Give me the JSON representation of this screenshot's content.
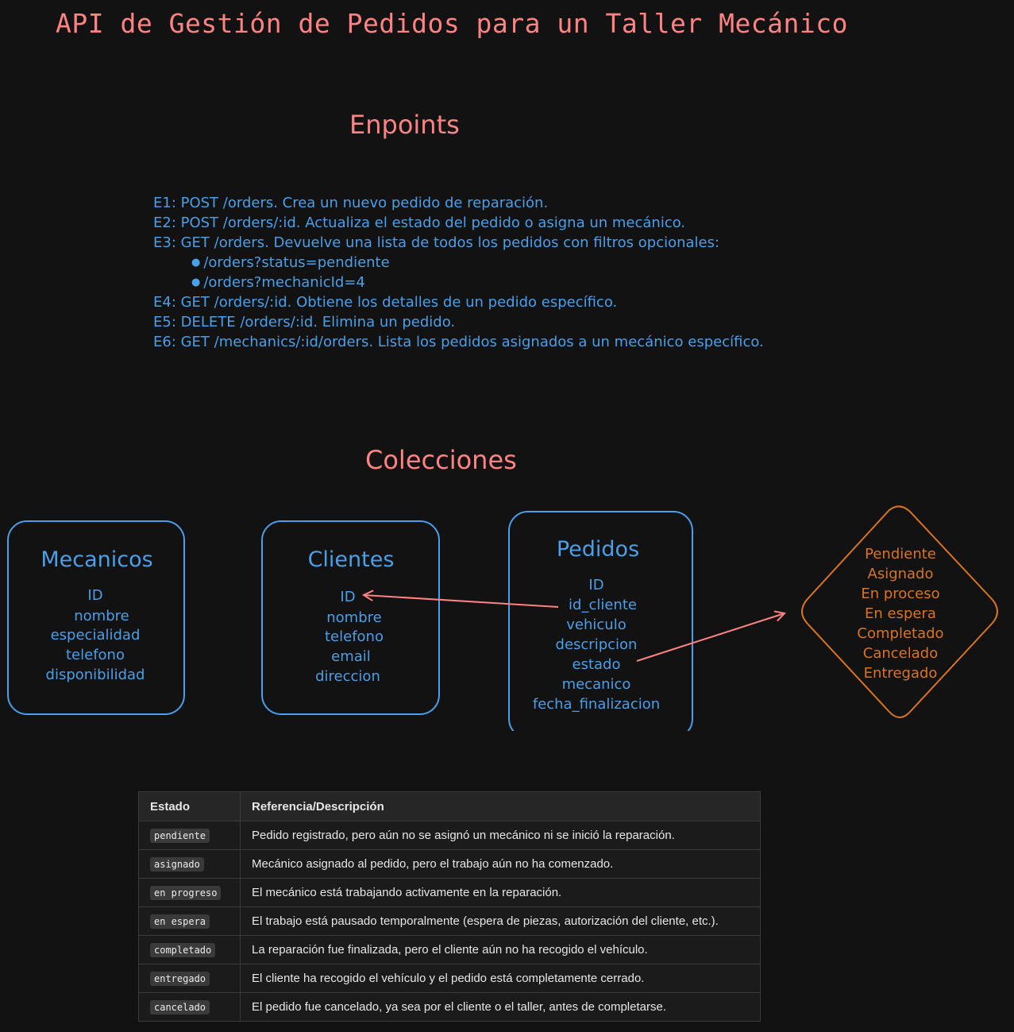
{
  "title": "API de Gestión de Pedidos para un Taller Mecánico",
  "endpoints": {
    "heading": "Enpoints",
    "items": [
      "E1: POST /orders. Crea un nuevo pedido de reparación.",
      "E2: POST /orders/:id. Actualiza el estado del pedido o asigna un mecánico.",
      "E3: GET /orders. Devuelve una lista de todos los pedidos con filtros opcionales:",
      "/orders?status=pendiente",
      "/orders?mechanicId=4",
      "E4: GET /orders/:id. Obtiene los detalles de un pedido específico.",
      "E5: DELETE /orders/:id. Elimina un pedido.",
      "E6: GET /mechanics/:id/orders. Lista los pedidos asignados a un mecánico específico."
    ]
  },
  "collections": {
    "heading": "Colecciones",
    "mecanicos": {
      "name": "Mecanicos",
      "fields": [
        "ID",
        "nombre",
        "especialidad",
        "telefono",
        "disponibilidad"
      ]
    },
    "clientes": {
      "name": "Clientes",
      "fields": [
        "ID",
        "nombre",
        "telefono",
        "email",
        "direccion"
      ]
    },
    "pedidos": {
      "name": "Pedidos",
      "fields": [
        "ID",
        "id_cliente",
        "vehiculo",
        "descripcion",
        "estado",
        "mecanico",
        "fecha_finalizacion"
      ]
    },
    "estados": [
      "Pendiente",
      "Asignado",
      "En proceso",
      "En espera",
      "Completado",
      "Cancelado",
      "Entregado"
    ]
  },
  "colors": {
    "accent": "#ff8383",
    "blue": "#4a9fe8",
    "orange": "#d9741f",
    "background": "#121212"
  },
  "status_table": {
    "headers": [
      "Estado",
      "Referencia/Descripción"
    ],
    "rows": [
      [
        "pendiente",
        "Pedido registrado, pero aún no se asignó un mecánico ni se inició la reparación."
      ],
      [
        "asignado",
        "Mecánico asignado al pedido, pero el trabajo aún no ha comenzado."
      ],
      [
        "en progreso",
        "El mecánico está trabajando activamente en la reparación."
      ],
      [
        "en espera",
        "El trabajo está pausado temporalmente (espera de piezas, autorización del cliente, etc.)."
      ],
      [
        "completado",
        "La reparación fue finalizada, pero el cliente aún no ha recogido el vehículo."
      ],
      [
        "entregado",
        "El cliente ha recogido el vehículo y el pedido está completamente cerrado."
      ],
      [
        "cancelado",
        "El pedido fue cancelado, ya sea por el cliente o el taller, antes de completarse."
      ]
    ]
  }
}
